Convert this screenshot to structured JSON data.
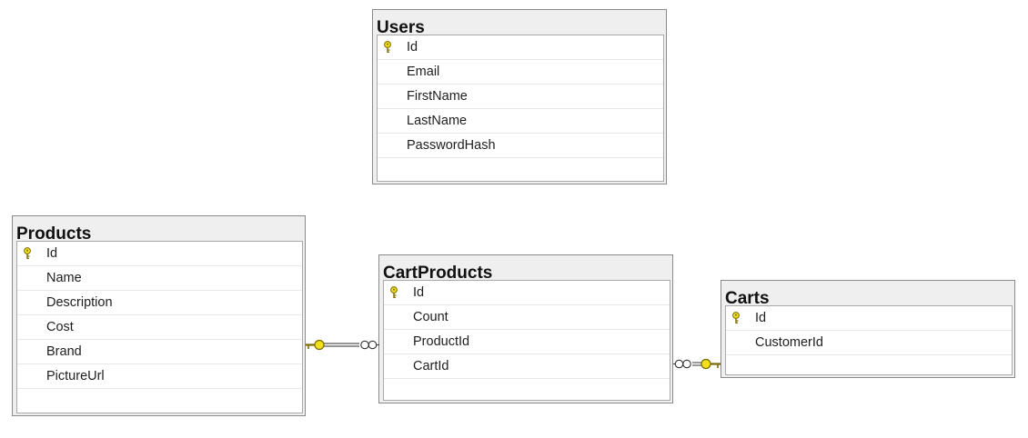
{
  "tables": {
    "users": {
      "name": "Users",
      "columns": [
        {
          "name": "Id",
          "primary_key": true
        },
        {
          "name": "Email",
          "primary_key": false
        },
        {
          "name": "FirstName",
          "primary_key": false
        },
        {
          "name": "LastName",
          "primary_key": false
        },
        {
          "name": "PasswordHash",
          "primary_key": false
        }
      ]
    },
    "products": {
      "name": "Products",
      "columns": [
        {
          "name": "Id",
          "primary_key": true
        },
        {
          "name": "Name",
          "primary_key": false
        },
        {
          "name": "Description",
          "primary_key": false
        },
        {
          "name": "Cost",
          "primary_key": false
        },
        {
          "name": "Brand",
          "primary_key": false
        },
        {
          "name": "PictureUrl",
          "primary_key": false
        }
      ]
    },
    "cart_products": {
      "name": "CartProducts",
      "columns": [
        {
          "name": "Id",
          "primary_key": true
        },
        {
          "name": "Count",
          "primary_key": false
        },
        {
          "name": "ProductId",
          "primary_key": false
        },
        {
          "name": "CartId",
          "primary_key": false
        }
      ]
    },
    "carts": {
      "name": "Carts",
      "columns": [
        {
          "name": "Id",
          "primary_key": true
        },
        {
          "name": "CustomerId",
          "primary_key": false
        }
      ]
    }
  },
  "relationships": [
    {
      "from": "Products",
      "to": "CartProducts",
      "one_end": "key-icon",
      "many_end": "infinity-icon"
    },
    {
      "from": "Carts",
      "to": "CartProducts",
      "one_end": "key-icon",
      "many_end": "infinity-icon"
    }
  ],
  "colors": {
    "key_fill": "#f2e01a",
    "key_stroke": "#7a6a00",
    "connector": "#555555",
    "header_bg": "#efefef",
    "border": "#8a8a8a"
  }
}
